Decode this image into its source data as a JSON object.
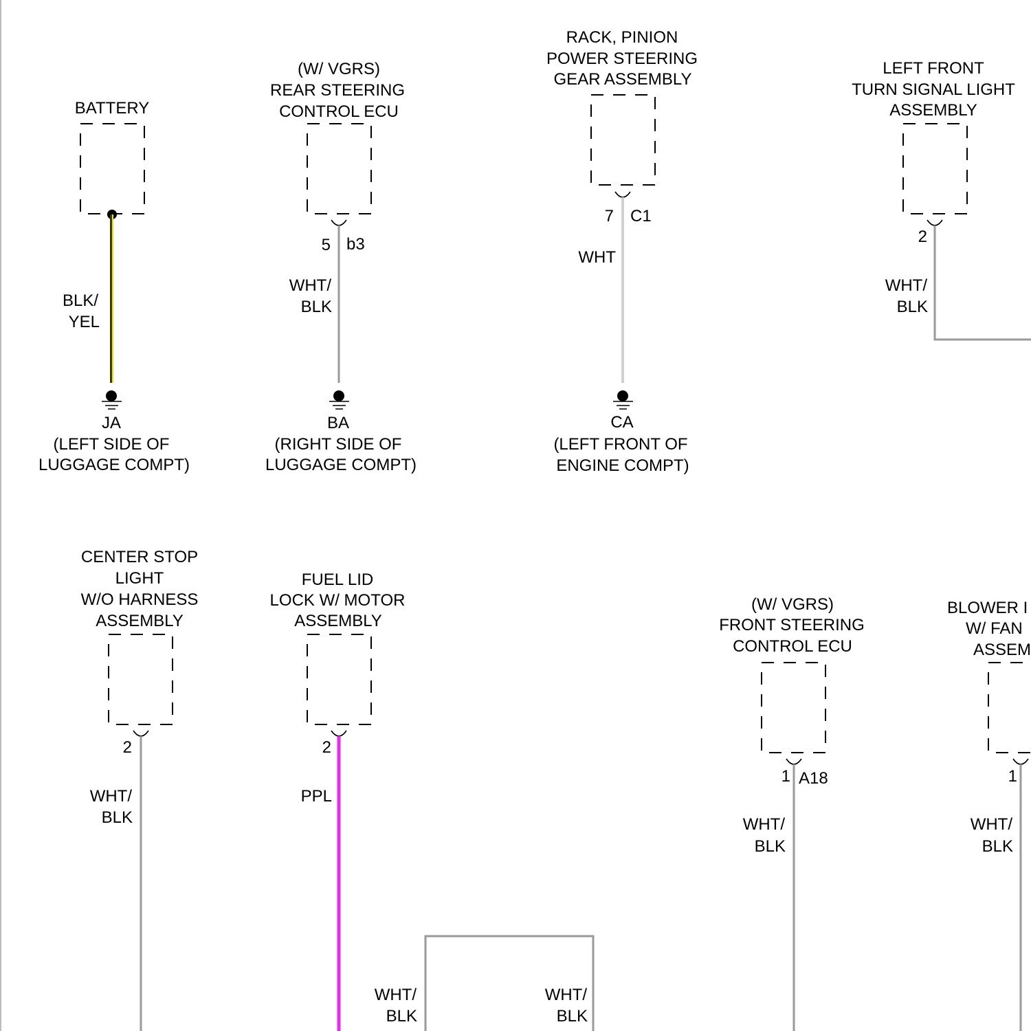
{
  "components": {
    "battery": {
      "lines": [
        "BATTERY"
      ],
      "wire_color": "BLK/YEL",
      "wire_label": [
        "BLK/",
        "YEL"
      ],
      "ground": {
        "code": "JA",
        "lines": [
          "(LEFT SIDE OF",
          "LUGGAGE COMPT)"
        ]
      }
    },
    "rear_steering_ecu": {
      "lines": [
        "(W/ VGRS)",
        "REAR STEERING",
        "CONTROL ECU"
      ],
      "pin": "5",
      "connector": "b3",
      "wire_label": [
        "WHT/",
        "BLK"
      ],
      "ground": {
        "code": "BA",
        "lines": [
          "(RIGHT SIDE OF",
          "LUGGAGE COMPT)"
        ]
      }
    },
    "rack_pinion": {
      "lines": [
        "RACK, PINION",
        "POWER STEERING",
        "GEAR ASSEMBLY"
      ],
      "pin": "7",
      "connector": "C1",
      "wire_label": [
        "WHT"
      ],
      "ground": {
        "code": "CA",
        "lines": [
          "(LEFT FRONT OF",
          "ENGINE COMPT)"
        ]
      }
    },
    "left_front_turn": {
      "lines": [
        "LEFT FRONT",
        "TURN SIGNAL LIGHT",
        "ASSEMBLY"
      ],
      "pin": "2",
      "wire_label": [
        "WHT/",
        "BLK"
      ]
    },
    "center_stop": {
      "lines": [
        "CENTER STOP",
        "LIGHT",
        "W/O HARNESS",
        "ASSEMBLY"
      ],
      "pin": "2",
      "wire_label": [
        "WHT/",
        "BLK"
      ]
    },
    "fuel_lid": {
      "lines": [
        "FUEL LID",
        "LOCK W/ MOTOR",
        "ASSEMBLY"
      ],
      "pin": "2",
      "wire_label": [
        "PPL"
      ]
    },
    "front_steering_ecu": {
      "lines": [
        "(W/ VGRS)",
        "FRONT STEERING",
        "CONTROL ECU"
      ],
      "pin": "1",
      "connector": "A18",
      "wire_label": [
        "WHT/",
        "BLK"
      ]
    },
    "blower": {
      "lines": [
        "BLOWER I",
        "W/ FAN",
        "ASSEM"
      ],
      "pin": "1",
      "wire_label": [
        "WHT/",
        "BLK"
      ]
    }
  },
  "splice": {
    "left_label": [
      "WHT/",
      "BLK"
    ],
    "right_label": [
      "WHT/",
      "BLK"
    ]
  },
  "colors": {
    "blk_yel_a": "#3a3a00",
    "blk_yel_b": "#e8e800",
    "wht": "#d0d0d0",
    "wht_blk": "#9a9a9a",
    "ppl": "#e62ee6"
  }
}
